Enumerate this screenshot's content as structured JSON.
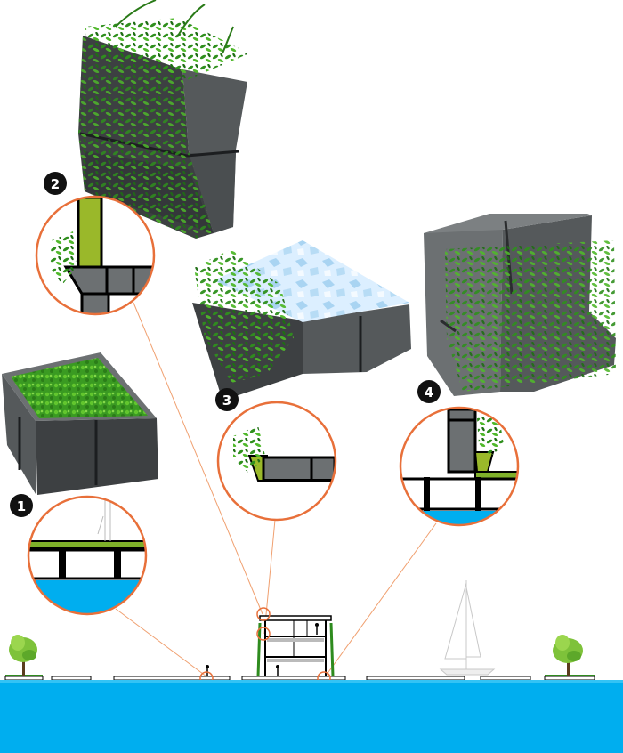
{
  "colors": {
    "water": "#00aeef",
    "water_light": "#33c3f5",
    "module_dark": "#3d4042",
    "module_mid": "#55595b",
    "module_light": "#6c7072",
    "greenery": "#2e8b1e",
    "greenery_light": "#5fbf2a",
    "callout_ring": "#e8703a",
    "leader_line": "#f0a070",
    "deck_green": "#7fb02a",
    "snow": "#d8ecf8",
    "badge": "#111111"
  },
  "callouts": [
    {
      "number": "1",
      "label": "platform-detail"
    },
    {
      "number": "2",
      "label": "roof-planter-detail"
    },
    {
      "number": "3",
      "label": "balcony-planter-detail"
    },
    {
      "number": "4",
      "label": "wall-base-detail"
    }
  ],
  "icons": [
    "tree-icon",
    "person-icon",
    "sailboat-icon",
    "plant-icon"
  ]
}
